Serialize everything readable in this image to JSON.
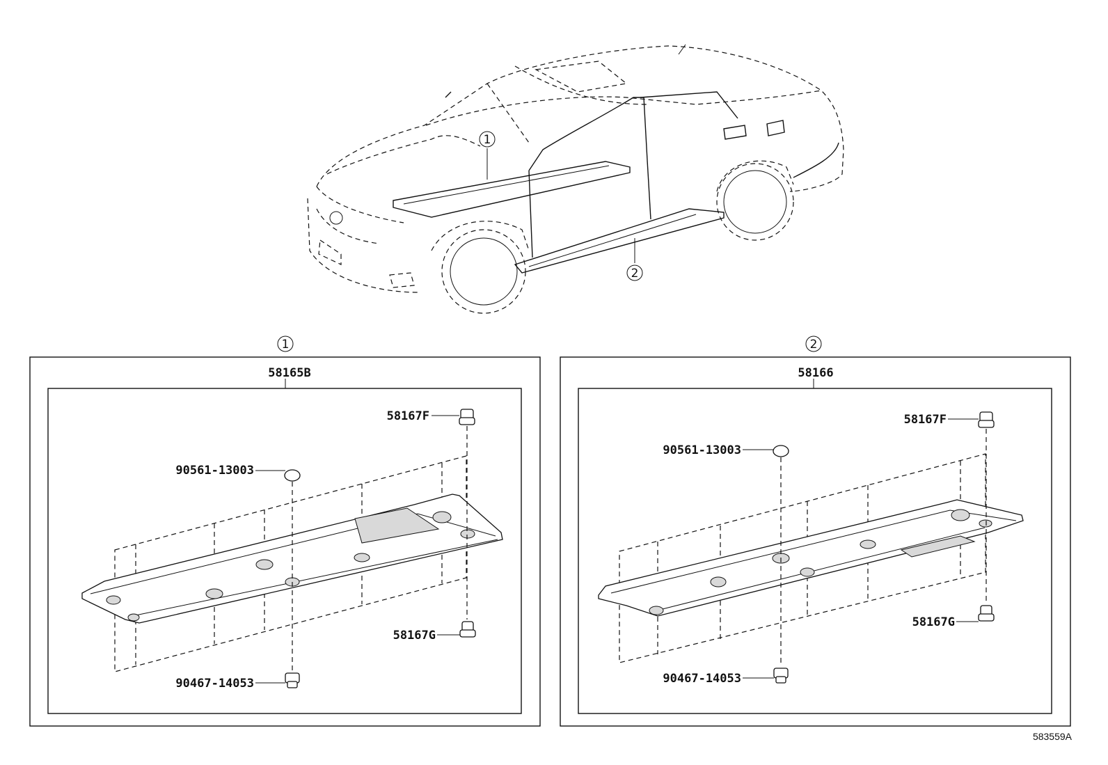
{
  "callouts": {
    "one": "1",
    "two": "2"
  },
  "panel_left": {
    "main_part": "58165B",
    "clip_top_right": "58167F",
    "grommet": "90561-13003",
    "clip_bottom_right": "58167G",
    "bolt": "90467-14053"
  },
  "panel_right": {
    "main_part": "58166",
    "clip_top_right": "58167F",
    "grommet": "90561-13003",
    "clip_bottom_right": "58167G",
    "bolt": "90467-14053"
  },
  "figure_id": "583559A"
}
